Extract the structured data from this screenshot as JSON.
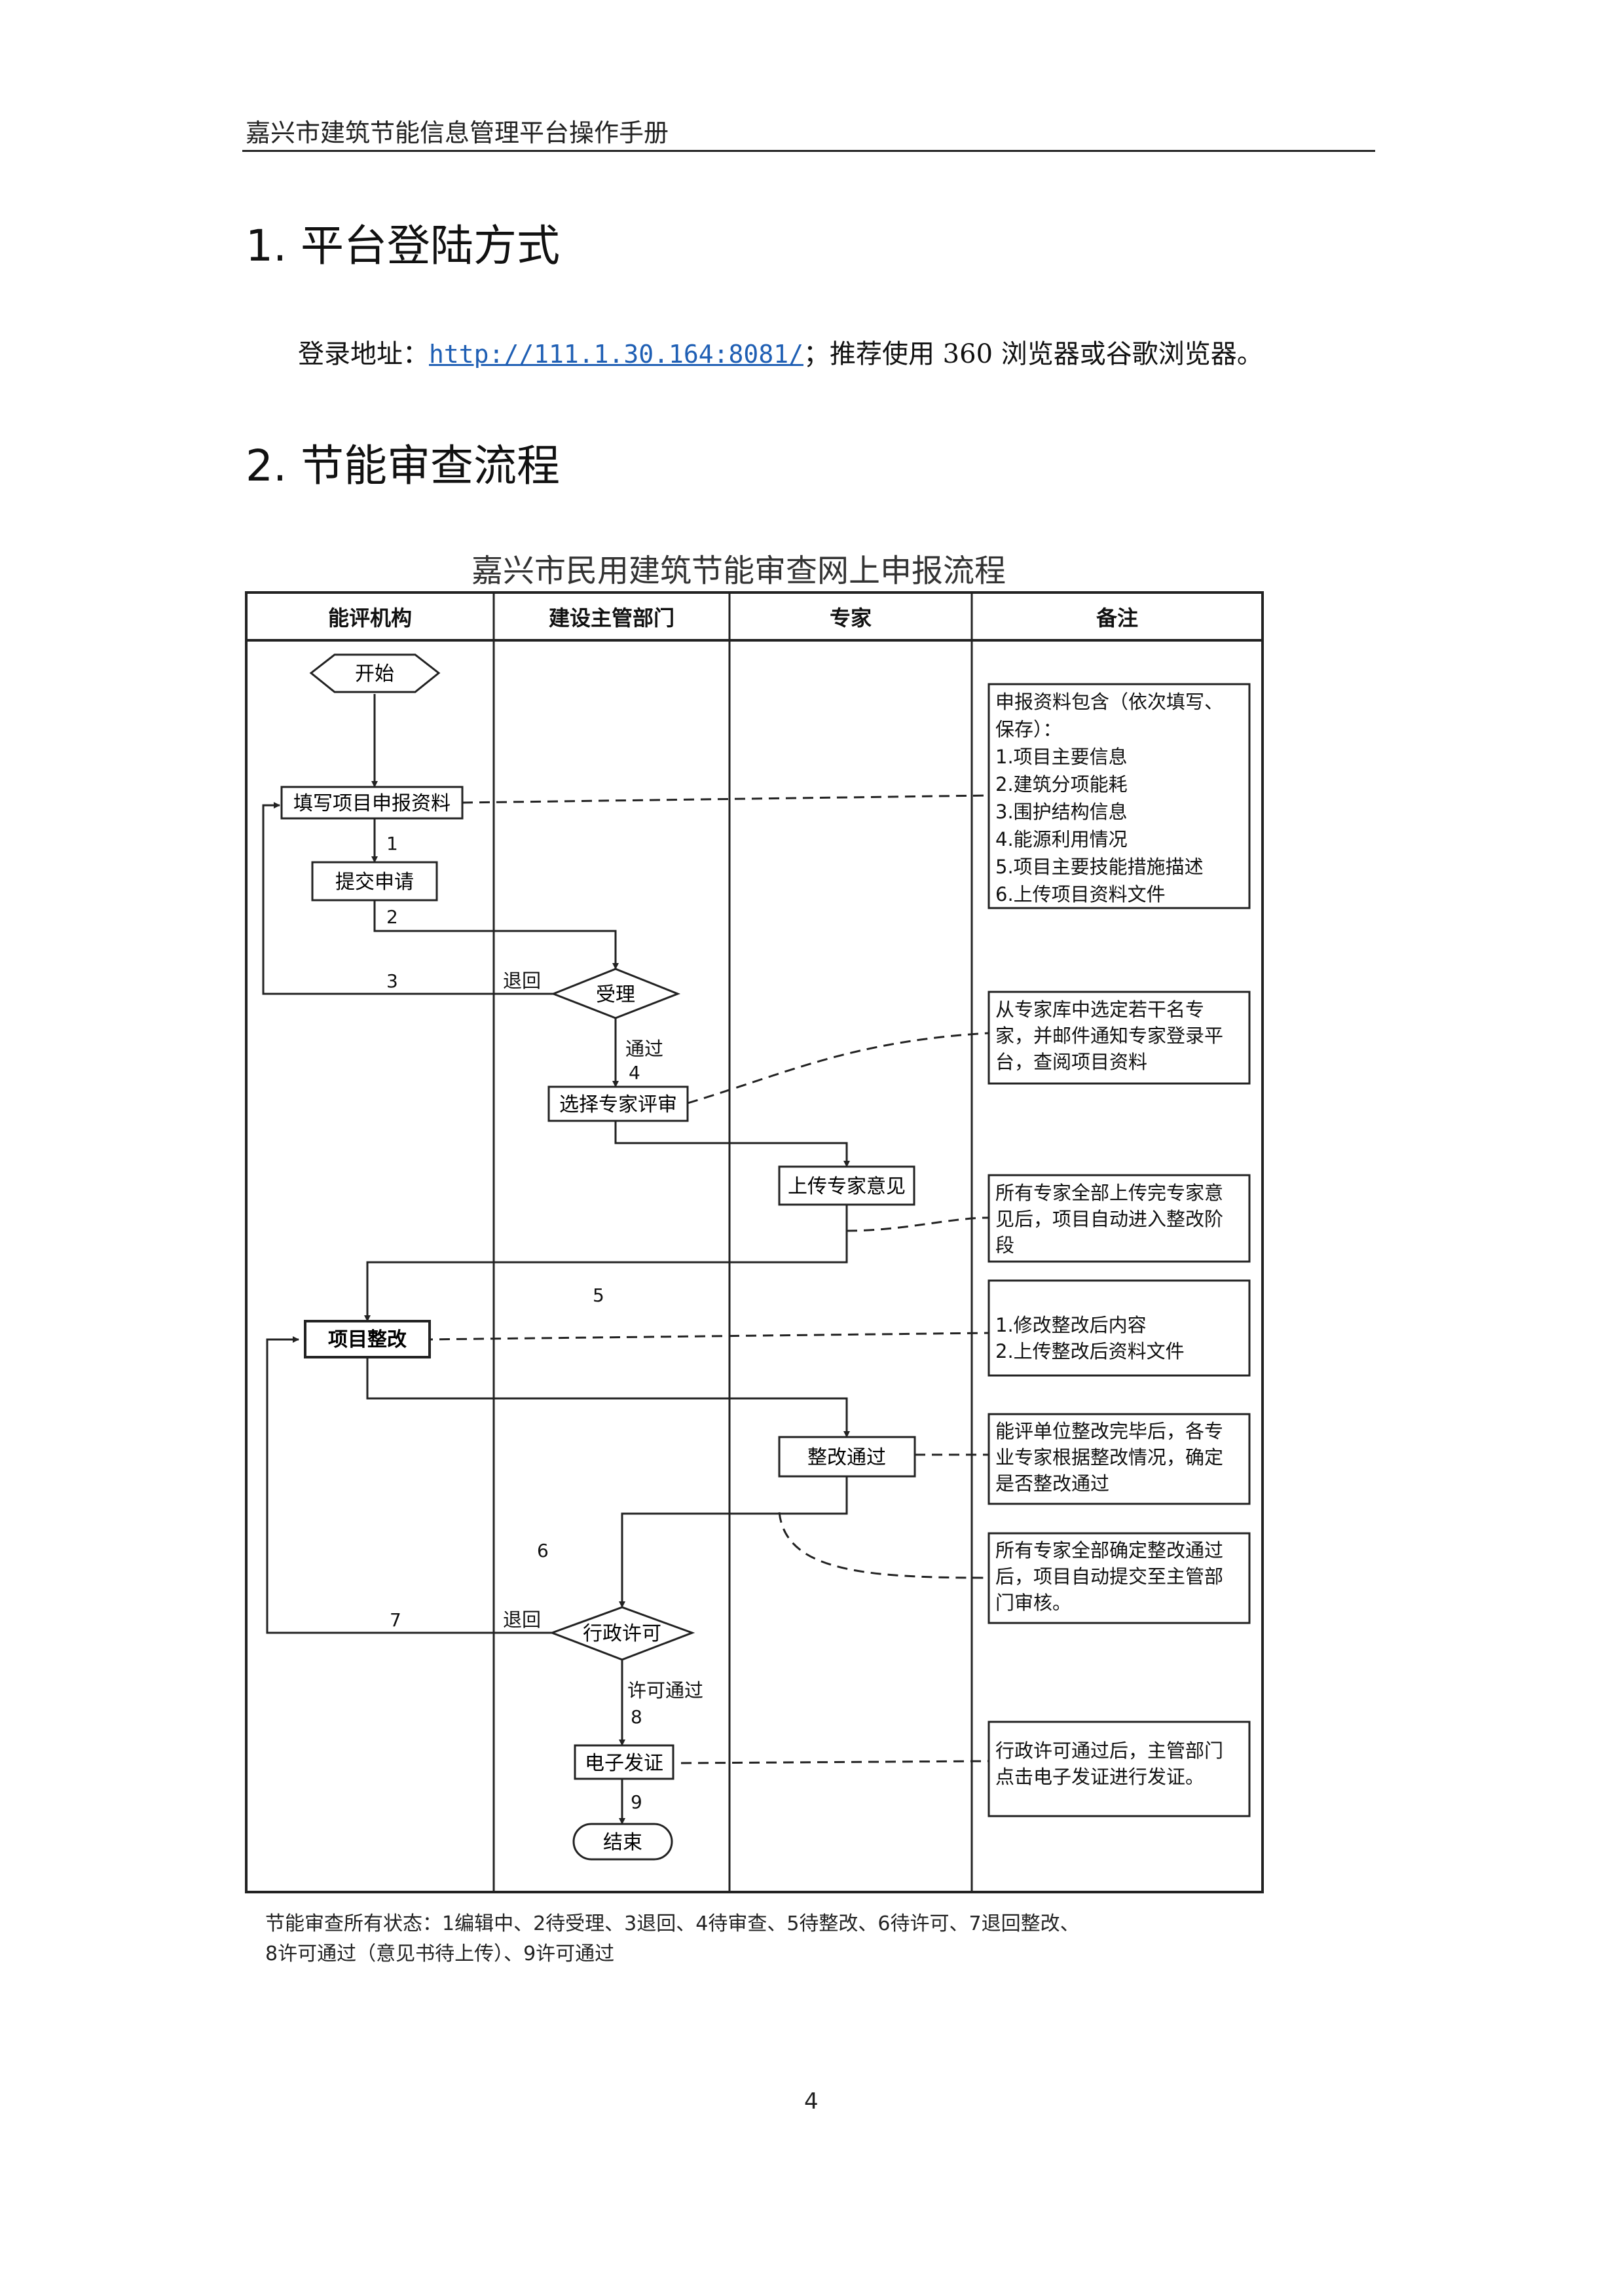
{
  "header": {
    "title": "嘉兴市建筑节能信息管理平台操作手册"
  },
  "section1": {
    "heading": "1. 平台登陆方式"
  },
  "login": {
    "prefix": "登录地址：",
    "url": "http://111.1.30.164:8081/",
    "suffix": "；推荐使用 360 浏览器或谷歌浏览器。"
  },
  "section2": {
    "heading": "2. 节能审查流程"
  },
  "flowchart": {
    "title": "嘉兴市民用建筑节能审查网上申报流程",
    "columns": [
      "能评机构",
      "建设主管部门",
      "专家",
      "备注"
    ],
    "nodes": {
      "start": "开始",
      "fill": "填写项目申报资料",
      "submit": "提交申请",
      "accept": "受理",
      "choose": "选择专家评审",
      "upload": "上传专家意见",
      "rectify": "项目整改",
      "pass": "整改通过",
      "permit": "行政许可",
      "cert": "电子发证",
      "end": "结束"
    },
    "edge_labels": {
      "n1": "1",
      "n2": "2",
      "n3": "3",
      "n4": "4",
      "n5": "5",
      "n6": "6",
      "n7": "7",
      "n8": "8",
      "n9": "9",
      "return1": "退回",
      "return2": "退回",
      "passed": "通过",
      "permit_pass": "许可通过"
    },
    "notes": {
      "note1": [
        "申报资料包含（依次填写、",
        "保存）：",
        "1.项目主要信息",
        "2.建筑分项能耗",
        "3.围护结构信息",
        "4.能源利用情况",
        "5.项目主要技能措施描述",
        "6.上传项目资料文件"
      ],
      "note2": [
        "从专家库中选定若干名专",
        "家，并邮件通知专家登录平",
        "台，查阅项目资料"
      ],
      "note3": [
        "所有专家全部上传完专家意",
        "见后，项目自动进入整改阶",
        "段"
      ],
      "note4": [
        "1.修改整改后内容",
        "2.上传整改后资料文件"
      ],
      "note5": [
        "能评单位整改完毕后，各专",
        "业专家根据整改情况，确定",
        "是否整改通过"
      ],
      "note6": [
        "所有专家全部确定整改通过",
        "后，项目自动提交至主管部",
        "门审核。"
      ],
      "note7": [
        "行政许可通过后，主管部门",
        "点击电子发证进行发证。"
      ]
    },
    "status_lines": [
      "节能审查所有状态：1编辑中、2待受理、3退回、4待审查、5待整改、6待许可、7退回整改、",
      "8许可通过（意见书待上传）、9许可通过"
    ]
  },
  "footer": {
    "page_number": "4"
  }
}
